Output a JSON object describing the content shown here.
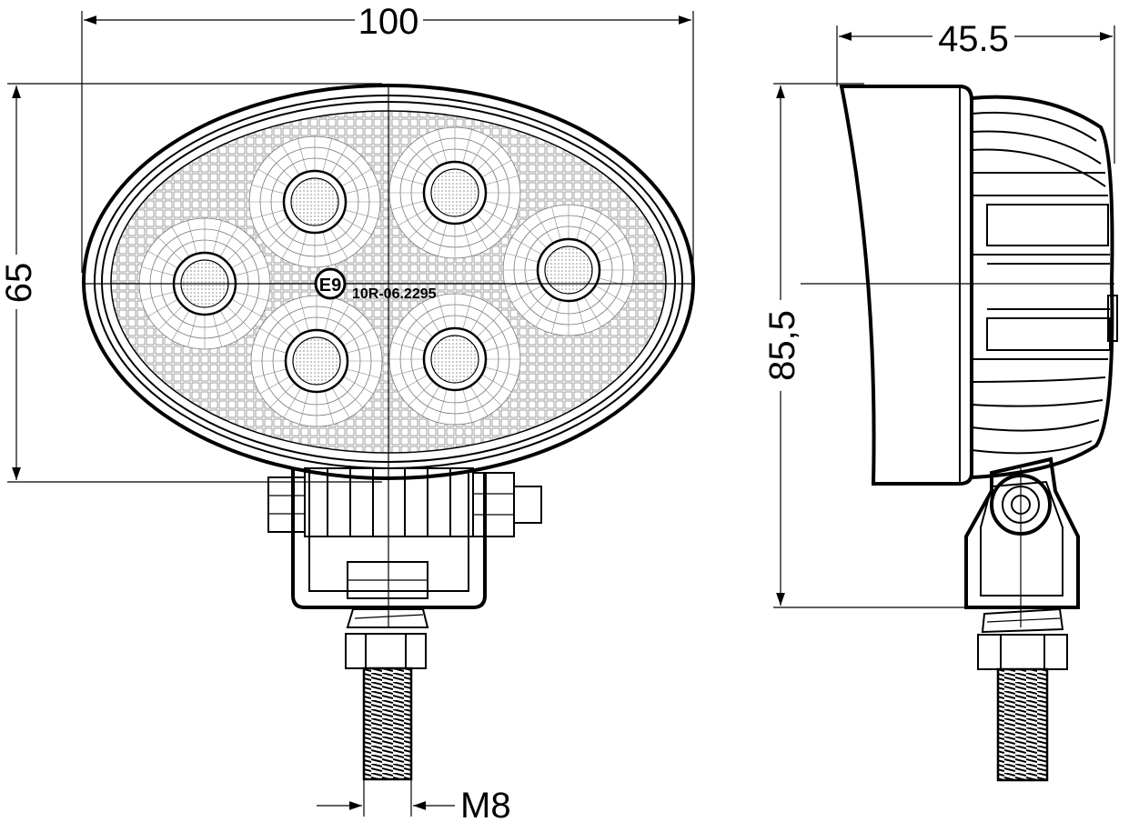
{
  "dimensions": {
    "width": "100",
    "height": "65",
    "depth": "45.5",
    "total_height": "85,5",
    "thread": "M8"
  },
  "marking": {
    "approval_symbol": "E9",
    "approval_number": "10R-06.2295"
  },
  "led_count": 6
}
